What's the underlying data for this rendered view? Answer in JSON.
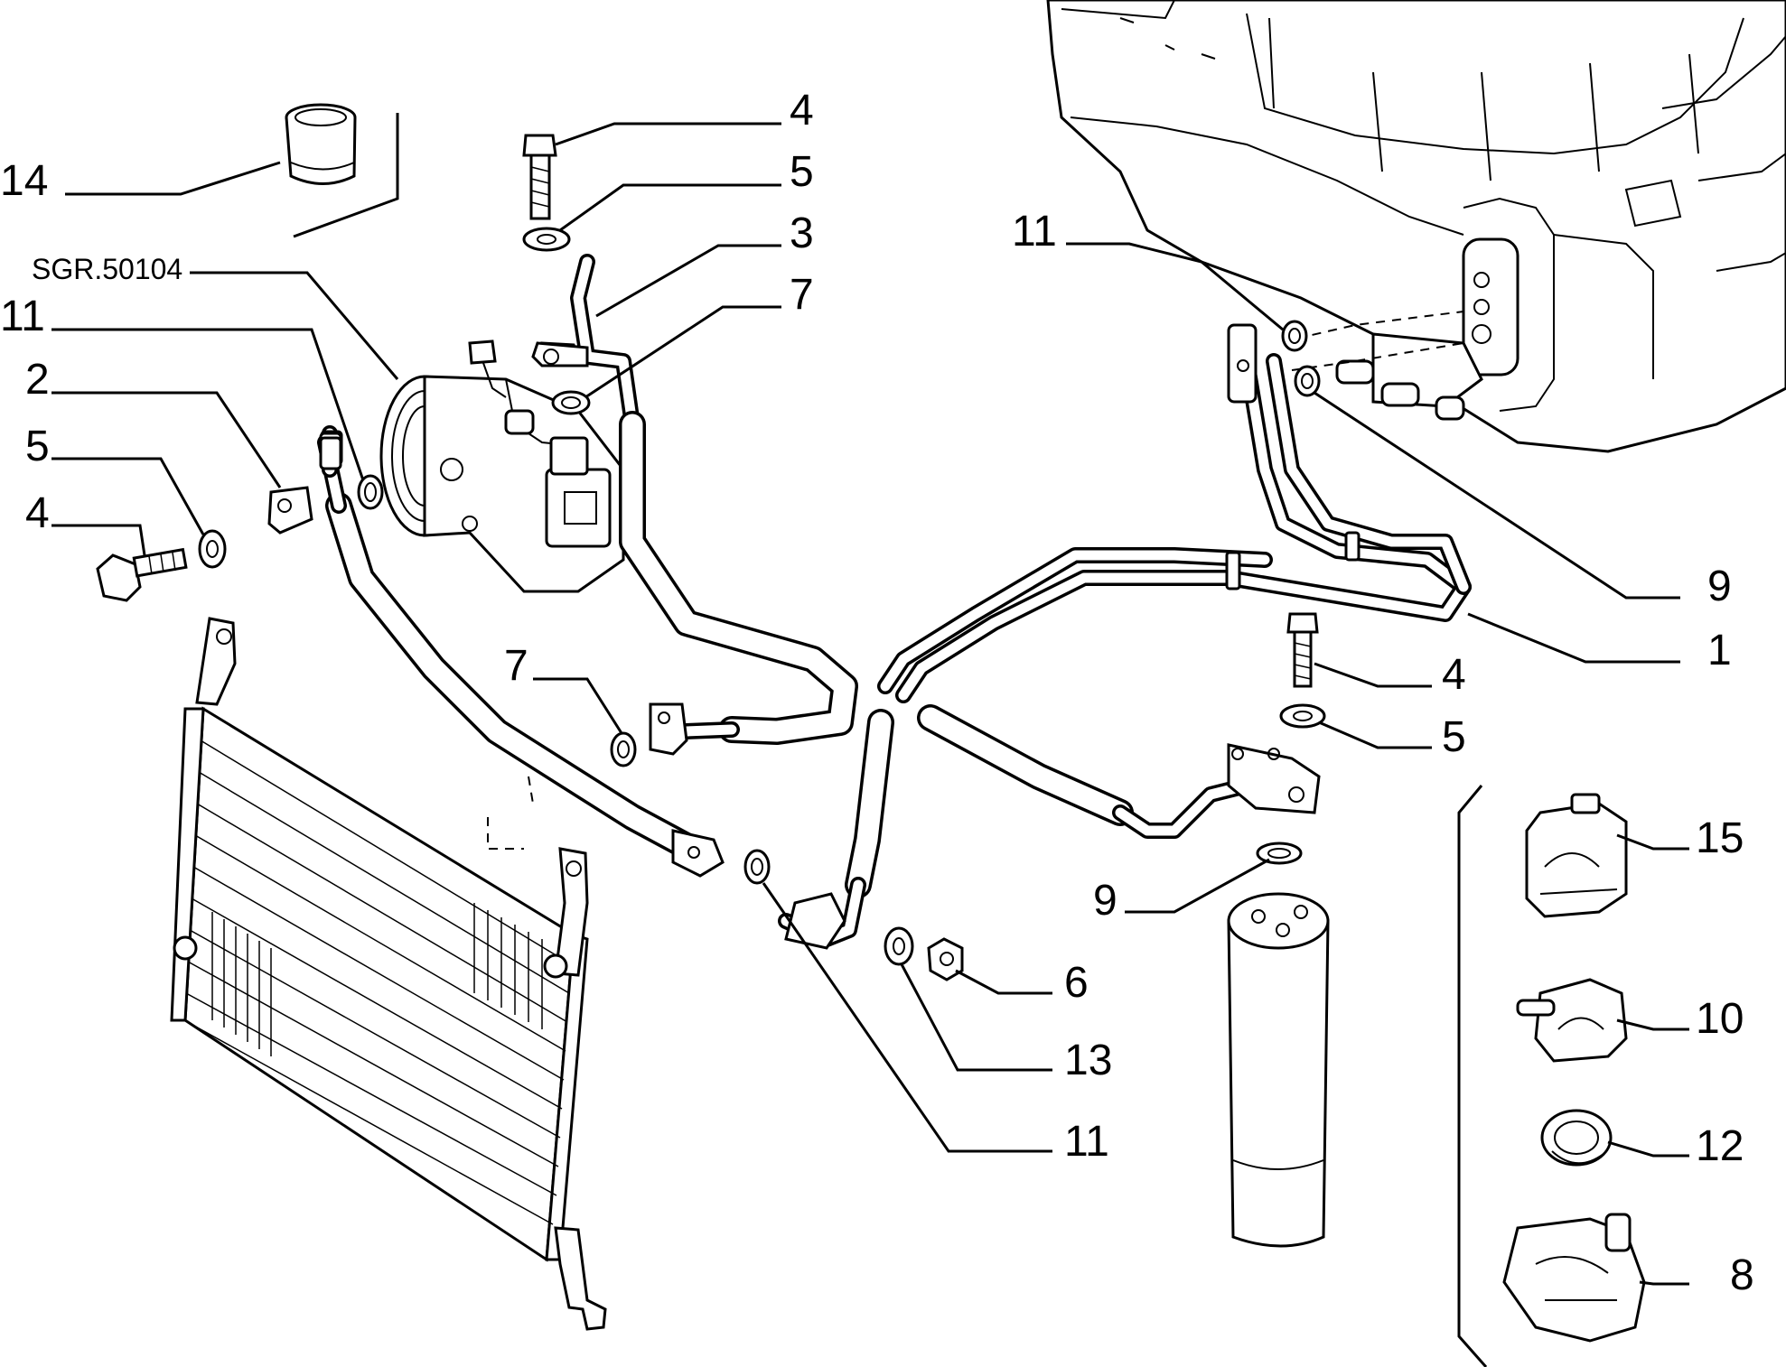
{
  "drawing_ref": "SGR.50104",
  "callouts": [
    "14",
    "4",
    "5",
    "3",
    "7",
    "11",
    "2",
    "5",
    "4",
    "11",
    "9",
    "1",
    "4",
    "5",
    "7",
    "9",
    "15",
    "6",
    "13",
    "11",
    "10",
    "12",
    "8"
  ]
}
